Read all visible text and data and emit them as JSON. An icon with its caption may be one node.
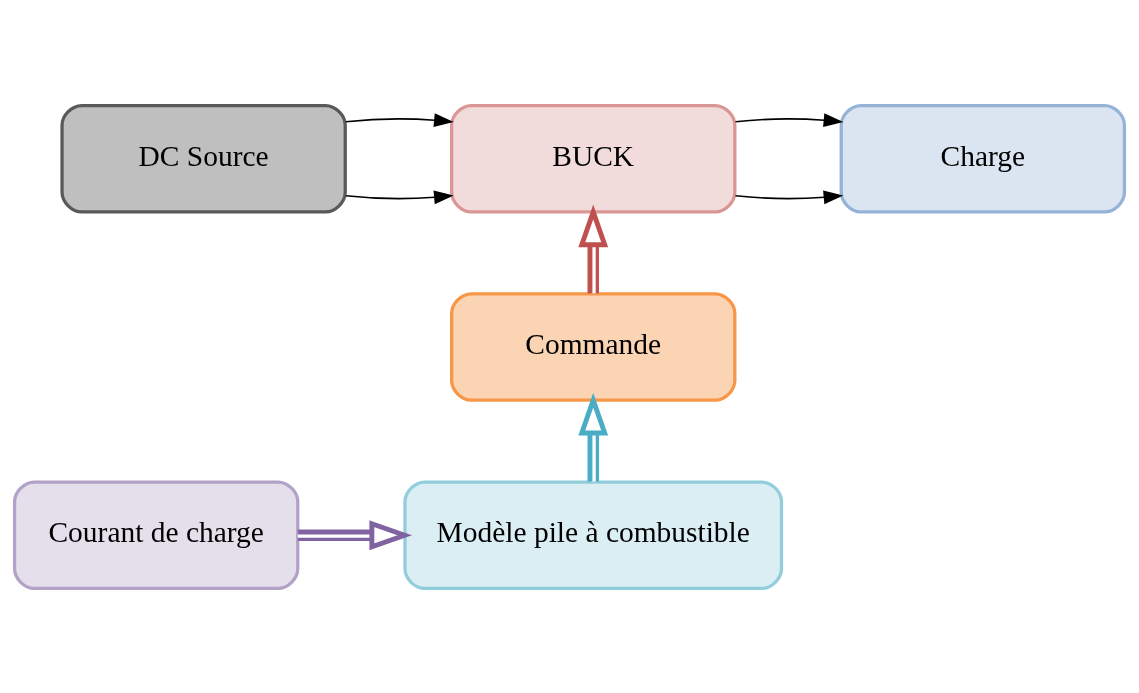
{
  "diagram": {
    "nodes": [
      {
        "text": [
          "DC Source"
        ]
      },
      {
        "text": [
          "BUCK"
        ]
      },
      {
        "text": [
          "Charge"
        ]
      },
      {
        "text": [
          "Commande"
        ]
      },
      {
        "text": [
          "Modèle pile à combustible"
        ]
      },
      {
        "text": [
          "Courant de charge"
        ]
      }
    ],
    "edges": [
      {
        "from": 0,
        "to": 1,
        "arrow": "to"
      },
      {
        "from": 0,
        "to": 1,
        "arrow": "to"
      },
      {
        "from": 1,
        "to": 2,
        "arrow": "to"
      },
      {
        "from": 1,
        "to": 2,
        "arrow": "to"
      },
      {
        "from": 3,
        "to": 1,
        "arrow": "to",
        "style": "thick",
        "color": "#c0504d"
      },
      {
        "from": 4,
        "to": 3,
        "arrow": "to",
        "style": "thick",
        "color": "#4bacc6"
      },
      {
        "from": 5,
        "to": 4,
        "arrow": "to",
        "style": "thick",
        "color": "#8064a2"
      }
    ]
  }
}
